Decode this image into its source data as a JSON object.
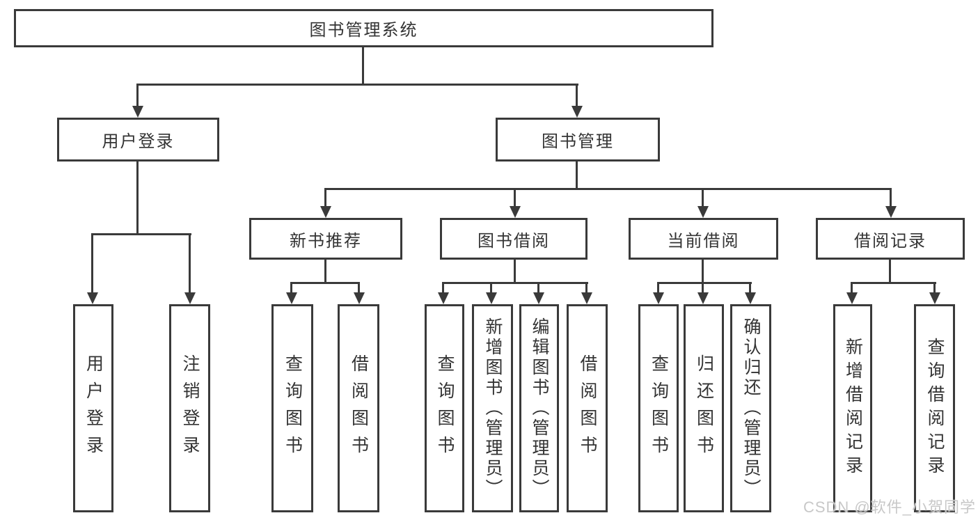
{
  "diagram": {
    "type": "tree",
    "title": "图书管理系统",
    "root": {
      "label": "图书管理系统",
      "children": [
        {
          "label": "用户登录",
          "children": [
            {
              "label": "用户登录"
            },
            {
              "label": "注销登录"
            }
          ]
        },
        {
          "label": "图书管理",
          "children": [
            {
              "label": "新书推荐",
              "children": [
                {
                  "label": "查询图书"
                },
                {
                  "label": "借阅图书"
                }
              ]
            },
            {
              "label": "图书借阅",
              "children": [
                {
                  "label": "查询图书"
                },
                {
                  "label": "新增图书（管理员）"
                },
                {
                  "label": "编辑图书（管理员）"
                },
                {
                  "label": "借阅图书"
                }
              ]
            },
            {
              "label": "当前借阅",
              "children": [
                {
                  "label": "查询图书"
                },
                {
                  "label": "归还图书"
                },
                {
                  "label": "确认归还（管理员）"
                }
              ]
            },
            {
              "label": "借阅记录",
              "children": [
                {
                  "label": "新增借阅记录"
                },
                {
                  "label": "查询借阅记录"
                }
              ]
            }
          ]
        }
      ]
    }
  },
  "watermark": {
    "text": "CSDN @软件_小贺同学",
    "color": "#c8c8c8"
  },
  "colors": {
    "line": "#3a3a3a",
    "text": "#333333",
    "background": "#ffffff"
  }
}
